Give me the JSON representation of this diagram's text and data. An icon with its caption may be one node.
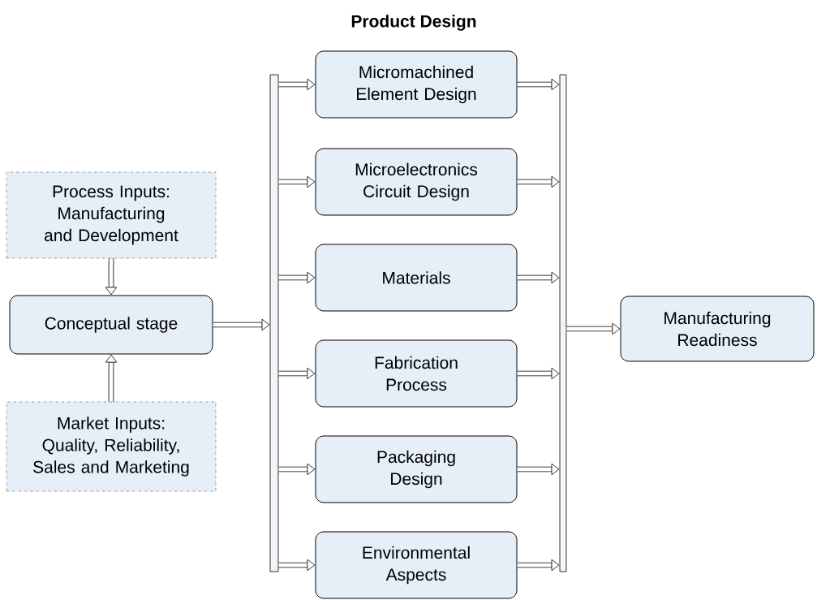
{
  "diagram": {
    "title": "Product Design",
    "nodes": [
      {
        "text": [
          "Process Inputs: Manufacturing and Development"
        ]
      },
      {
        "text": [
          "Conceptual stage"
        ]
      },
      {
        "text": [
          "Market Inputs: Quality, Reliability, Sales and Marketing"
        ]
      },
      {
        "text": [],
        "shape": "bar"
      },
      {
        "text": [
          "Micromachined Element Design"
        ]
      },
      {
        "text": [
          "Microelectronics Circuit Design"
        ]
      },
      {
        "text": [
          "Materials"
        ]
      },
      {
        "text": [
          "Fabrication Process"
        ]
      },
      {
        "text": [
          "Packaging Design"
        ]
      },
      {
        "text": [
          "Environmental Aspects"
        ]
      },
      {
        "text": [],
        "shape": "bar"
      },
      {
        "text": [
          "Manufacturing Readiness"
        ]
      }
    ],
    "edges": [
      {
        "from": 0,
        "to": 1,
        "arrow": "to"
      },
      {
        "from": 2,
        "to": 1,
        "arrow": "to"
      },
      {
        "from": 1,
        "to": 3,
        "arrow": "to"
      },
      {
        "from": 3,
        "to": 4,
        "arrow": "to"
      },
      {
        "from": 3,
        "to": 5,
        "arrow": "to"
      },
      {
        "from": 3,
        "to": 6,
        "arrow": "to"
      },
      {
        "from": 3,
        "to": 7,
        "arrow": "to"
      },
      {
        "from": 3,
        "to": 8,
        "arrow": "to"
      },
      {
        "from": 3,
        "to": 9,
        "arrow": "to"
      },
      {
        "from": 4,
        "to": 10,
        "arrow": "to"
      },
      {
        "from": 5,
        "to": 10,
        "arrow": "to"
      },
      {
        "from": 6,
        "to": 10,
        "arrow": "to"
      },
      {
        "from": 7,
        "to": 10,
        "arrow": "to"
      },
      {
        "from": 8,
        "to": 10,
        "arrow": "to"
      },
      {
        "from": 9,
        "to": 10,
        "arrow": "to"
      },
      {
        "from": 10,
        "to": 11,
        "arrow": "to"
      }
    ]
  }
}
